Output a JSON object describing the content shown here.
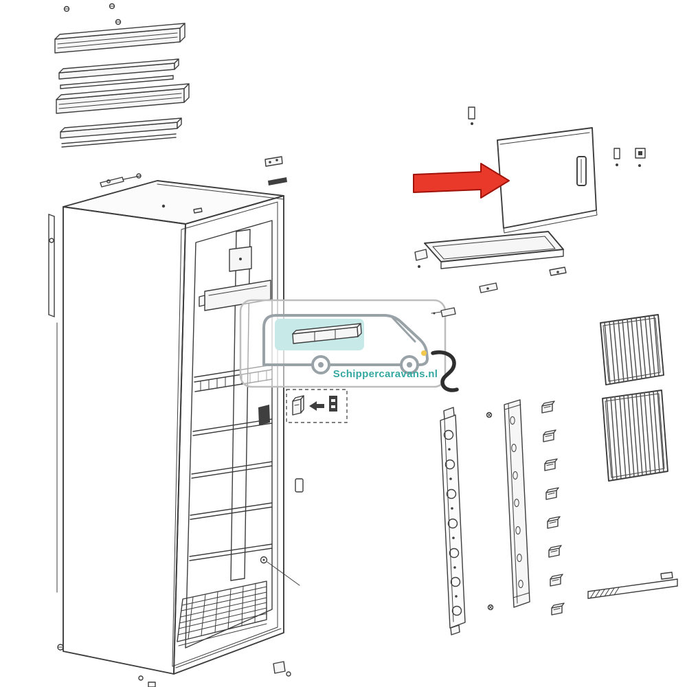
{
  "watermark": {
    "text": "Schippercaravans.nl",
    "logo": "motorhome-icon"
  },
  "highlight": {
    "type": "red-arrow-pointing-right",
    "points_to": "fridge-door-panel"
  },
  "parts": [
    "door-trim-rails",
    "fridge-cabinet",
    "interior-shelves",
    "crisper-basket",
    "fridge-door-panel",
    "freezer-door-flap",
    "shelf-trim-bar",
    "drain-hose",
    "detail-inset-box",
    "interior-lamp-strip",
    "door-hinge-rail",
    "fastener-clips",
    "vent-grille-upper",
    "vent-grille-lower",
    "bottom-mounting-rail"
  ],
  "colors": {
    "line_dark": "#3c3c3c",
    "fill_light": "#f6f6f6",
    "arrow_red": "#e8392b",
    "brand_teal": "#35a8a2",
    "logo_teal_light": "#8fd5d0",
    "logo_gray": "#99a2a7",
    "headlight_yellow": "#f2c94c",
    "watermark_border": "#bdbdbd"
  }
}
